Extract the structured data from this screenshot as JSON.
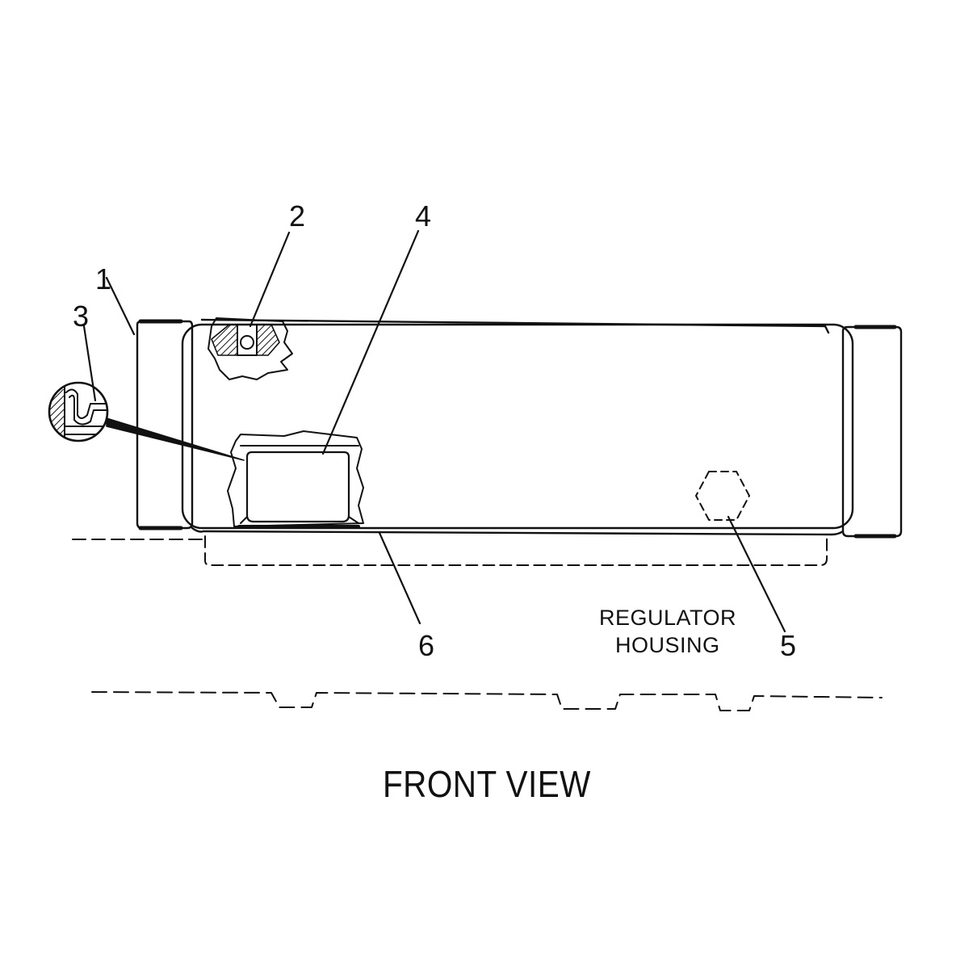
{
  "callouts": {
    "c1": "1",
    "c2": "2",
    "c3": "3",
    "c4": "4",
    "c5": "5",
    "c6": "6"
  },
  "regulator_label": {
    "line1": "REGULATOR",
    "line2": "HOUSING"
  },
  "view_caption": "FRONT VIEW",
  "colors": {
    "ink": "#111111",
    "paper": "#ffffff"
  }
}
